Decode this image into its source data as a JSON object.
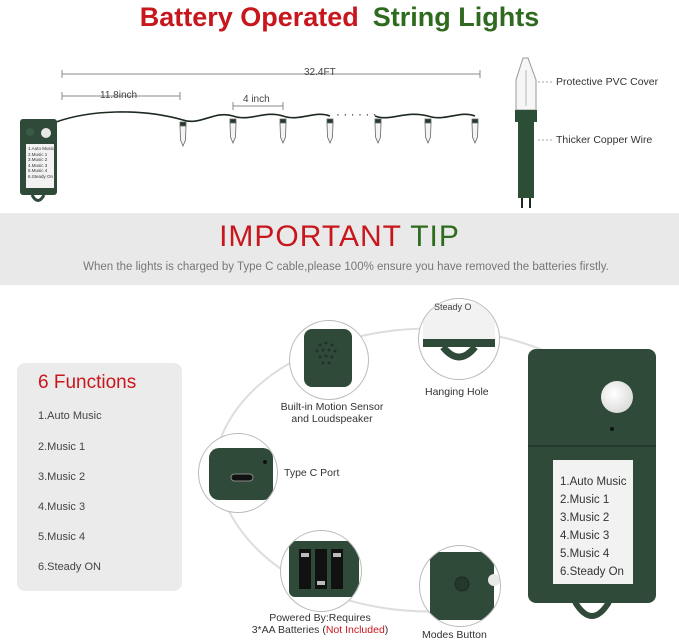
{
  "title": {
    "part1": "Battery Operated",
    "part2": "String Lights"
  },
  "dimensions": {
    "total": "32.4FT",
    "lead": "11.8inch",
    "spacing": "4 inch"
  },
  "bulb_callouts": {
    "cover": "Protective PVC Cover",
    "wire": "Thicker Copper Wire"
  },
  "battery_box_small_label": [
    "1.Auto Music",
    "2.Music 1",
    "3.Music 2",
    "4.Music 3",
    "5.Music 4",
    "6.Steady On"
  ],
  "tip": {
    "title_part1": "IMPORTANT",
    "title_part2": "TIP",
    "text": "When the lights is charged by Type C cable,please 100% ensure you have removed the batteries firstly."
  },
  "functions": {
    "title": "6 Functions",
    "items": [
      "1.Auto Music",
      "2.Music 1",
      "3.Music 2",
      "4.Music 3",
      "5.Music 4",
      "6.Steady ON"
    ]
  },
  "features": {
    "sensor": {
      "line1": "Built-in Motion Sensor",
      "line2": "and Loudspeaker"
    },
    "port": "Type C Port",
    "battery": {
      "line1": "Powered By:Requires",
      "line2": "3*AA Batteries (",
      "not_included": "Not Included",
      "line2_end": ")"
    },
    "hole": "Hanging Hole",
    "hole_inset_text": "Steady O",
    "button": "Modes Button"
  },
  "battery_box_large_label": [
    "1.Auto Music",
    "2.Music 1",
    "3.Music 2",
    "4.Music 3",
    "5.Music 4",
    "6.Steady On"
  ],
  "colors": {
    "red": "#c8161d",
    "green": "#2f6b1f",
    "box_green": "#2f4a38"
  }
}
